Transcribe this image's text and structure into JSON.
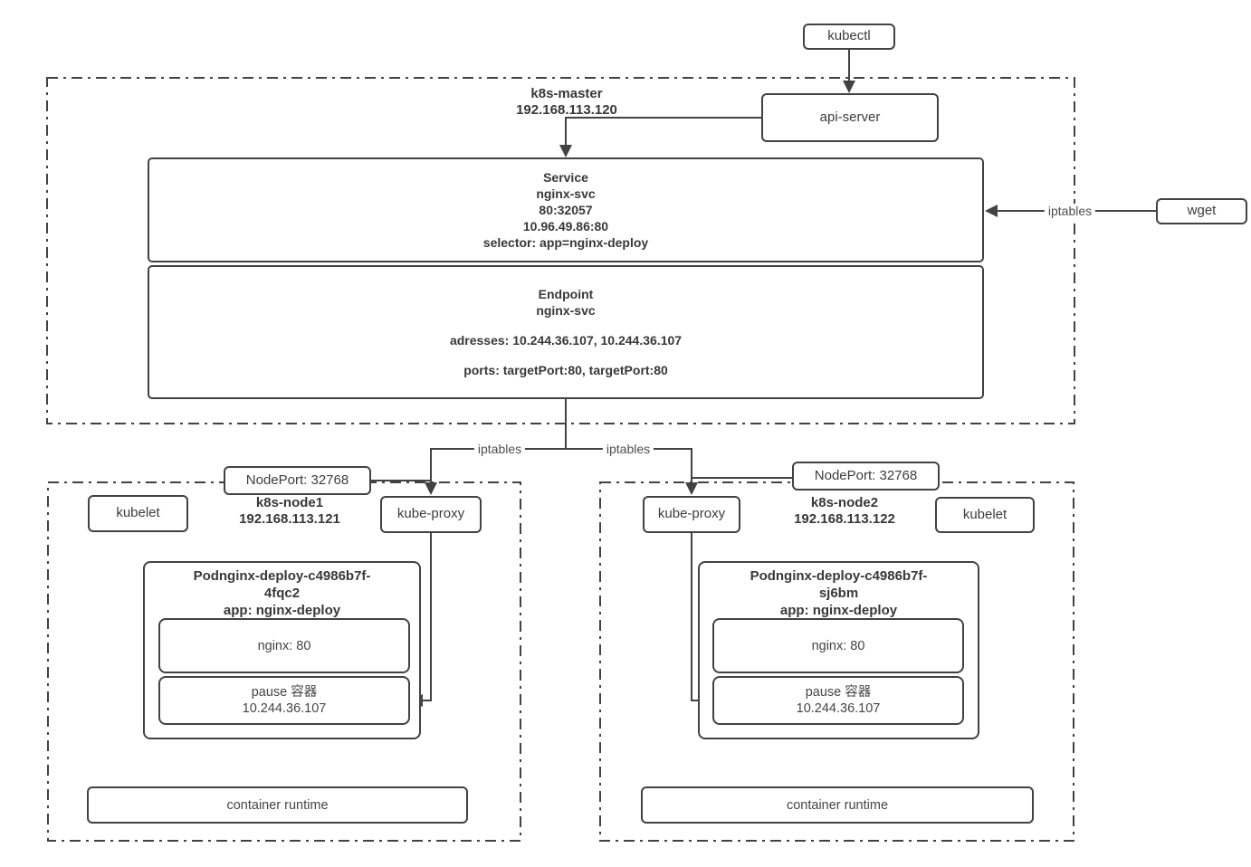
{
  "diagram": {
    "kubectl_label": "kubectl",
    "wget_label": "wget",
    "iptables_labels": [
      "iptables",
      "iptables",
      "iptables"
    ]
  },
  "master": {
    "name": "k8s-master",
    "ip": "192.168.113.120",
    "api_server_label": "api-server",
    "service": {
      "lines": [
        "Service",
        "nginx-svc",
        "80:32057",
        "10.96.49.86:80",
        "selector: app=nginx-deploy"
      ]
    },
    "endpoint": {
      "title": "Endpoint",
      "subtitle": "nginx-svc",
      "addresses": "adresses: 10.244.36.107, 10.244.36.107",
      "ports": "ports: targetPort:80, targetPort:80"
    }
  },
  "nodes": [
    {
      "name": "k8s-node1",
      "ip": "192.168.113.121",
      "nodeport_label": "NodePort: 32768",
      "kubelet_label": "kubelet",
      "kube_proxy_label": "kube-proxy",
      "pod": {
        "title_line1": "Podnginx-deploy-c4986b7f-",
        "title_line2": "4fqc2",
        "app_label": "app: nginx-deploy",
        "nginx_container": "nginx: 80",
        "pause_line1": "pause 容器",
        "pause_line2": "10.244.36.107"
      },
      "container_runtime_label": "container runtime"
    },
    {
      "name": "k8s-node2",
      "ip": "192.168.113.122",
      "nodeport_label": "NodePort: 32768",
      "kubelet_label": "kubelet",
      "kube_proxy_label": "kube-proxy",
      "pod": {
        "title_line1": "Podnginx-deploy-c4986b7f-",
        "title_line2": "sj6bm",
        "app_label": "app: nginx-deploy",
        "nginx_container": "nginx: 80",
        "pause_line1": "pause 容器",
        "pause_line2": "10.244.36.107"
      },
      "container_runtime_label": "container runtime"
    }
  ],
  "colors": {
    "line": "#424242",
    "text": "#3c3c3c",
    "background": "#ffffff"
  }
}
